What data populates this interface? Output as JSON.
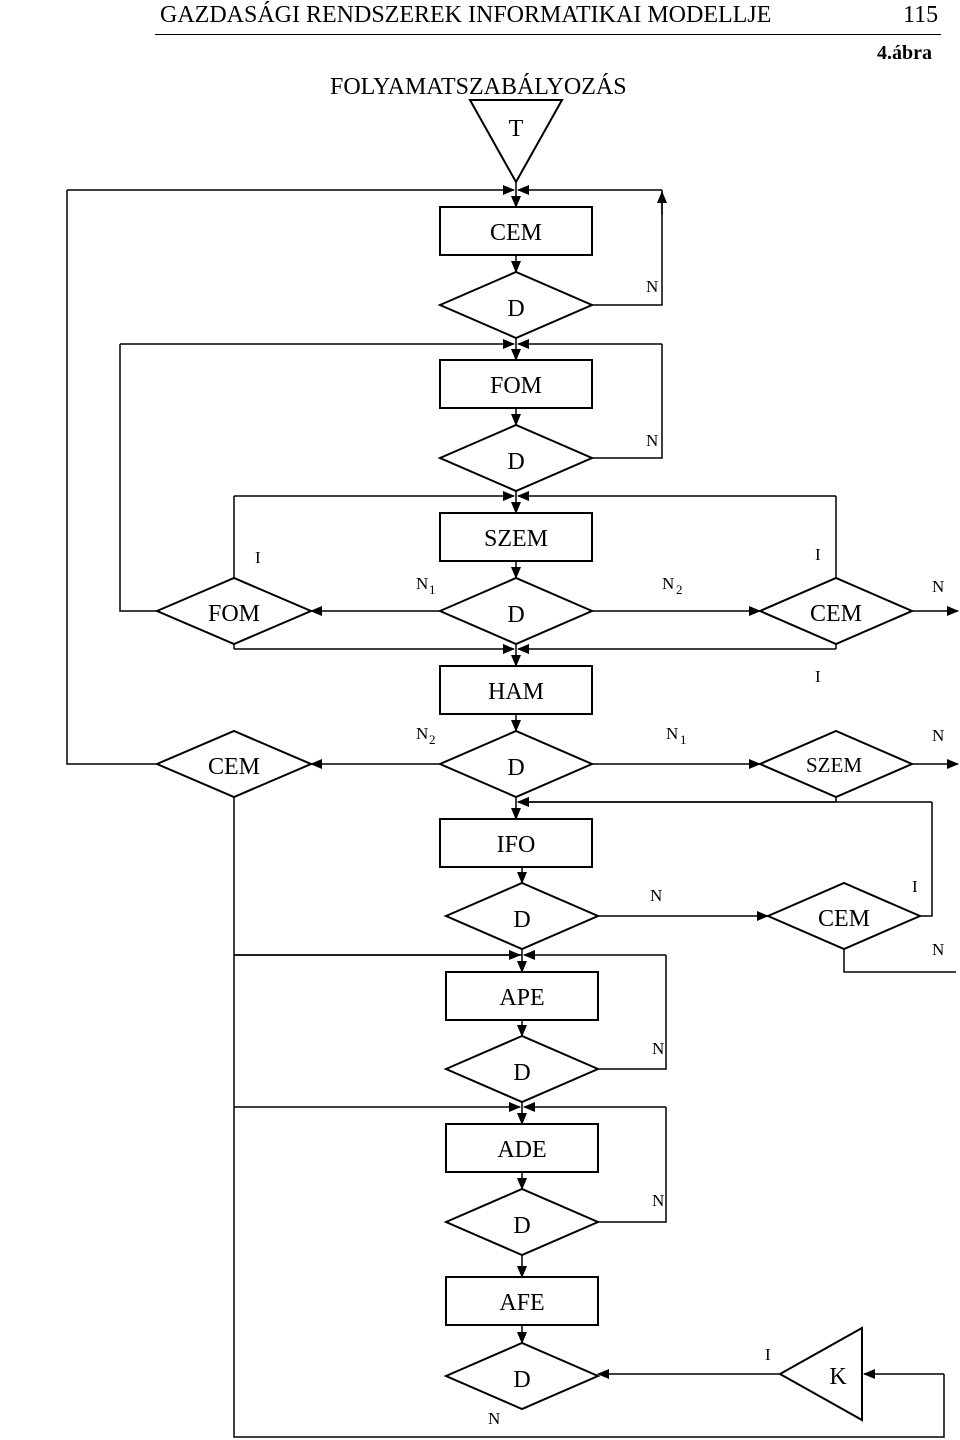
{
  "header": {
    "title": "GAZDASÁGI RENDSZEREK INFORMATIKAI MODELLJE",
    "page_number": "115",
    "figure_label": "4.ábra"
  },
  "diagram": {
    "title": "FOLYAMATSZABÁLYOZÁS",
    "start": "T",
    "processes": {
      "cem": "CEM",
      "fom": "FOM",
      "szem": "SZEM",
      "ham": "HAM",
      "ifo": "IFO",
      "ape": "APE",
      "ade": "ADE",
      "afe": "AFE"
    },
    "decision": "D",
    "side_decisions": {
      "fom": "FOM",
      "cem": "CEM",
      "szem": "SZEM"
    },
    "end": "K",
    "branch_yes": "I",
    "branch_no": "N",
    "sub_1": "1",
    "sub_2": "2"
  }
}
